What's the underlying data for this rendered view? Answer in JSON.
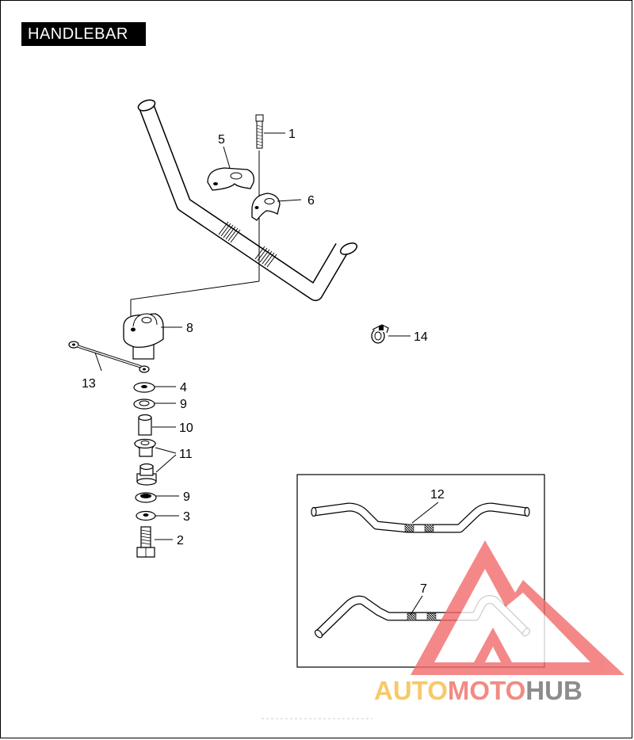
{
  "title": "HANDLEBAR",
  "callouts": {
    "c1": "1",
    "c2": "2",
    "c3": "3",
    "c4": "4",
    "c5": "5",
    "c6": "6",
    "c7": "7",
    "c8": "8",
    "c9a": "9",
    "c9b": "9",
    "c10": "10",
    "c11": "11",
    "c12": "12",
    "c13": "13",
    "c14": "14"
  },
  "watermark": {
    "part1": "AUTO",
    "part2": "MOTO",
    "part3": "HUB",
    "colors": {
      "auto": "#f7c96a",
      "moto": "#f28b82",
      "hub": "#8c8c8c",
      "logo": "#f26b6b"
    }
  }
}
